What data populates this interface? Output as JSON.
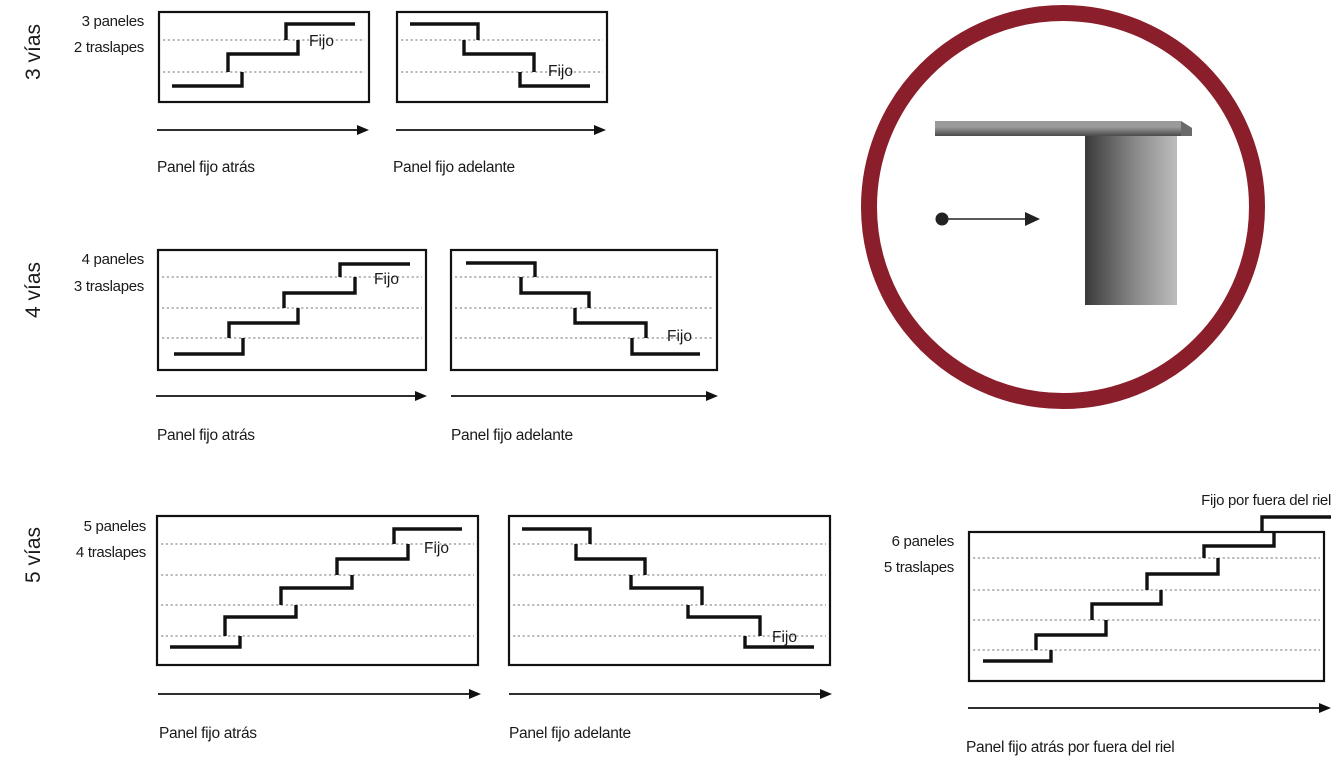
{
  "accent_color": "#8b1e2b",
  "rows": [
    {
      "title": "3 vías",
      "panels_label": "3 paneles",
      "overlaps_label": "2 traslapes",
      "panel_count": 3,
      "diagrams": [
        {
          "caption": "Panel fijo atrás",
          "fixed_label": "Fijo",
          "fixed_position": "back"
        },
        {
          "caption": "Panel fijo adelante",
          "fixed_label": "Fijo",
          "fixed_position": "front"
        }
      ]
    },
    {
      "title": "4 vías",
      "panels_label": "4 paneles",
      "overlaps_label": "3 traslapes",
      "panel_count": 4,
      "diagrams": [
        {
          "caption": "Panel fijo atrás",
          "fixed_label": "Fijo",
          "fixed_position": "back"
        },
        {
          "caption": "Panel fijo adelante",
          "fixed_label": "Fijo",
          "fixed_position": "front"
        }
      ]
    },
    {
      "title": "5 vías",
      "panels_label": "5 paneles",
      "overlaps_label": "4 traslapes",
      "panel_count": 5,
      "diagrams": [
        {
          "caption": "Panel fijo atrás",
          "fixed_label": "Fijo",
          "fixed_position": "back"
        },
        {
          "caption": "Panel fijo adelante",
          "fixed_label": "Fijo",
          "fixed_position": "front"
        }
      ]
    }
  ],
  "outside_rail": {
    "panels_label": "6 paneles",
    "overlaps_label": "5 traslapes",
    "panel_count": 6,
    "fixed_label": "Fijo por fuera del riel",
    "caption": "Panel fijo atrás por fuera del riel"
  },
  "icon": {
    "name": "t-profile-direction-icon"
  }
}
